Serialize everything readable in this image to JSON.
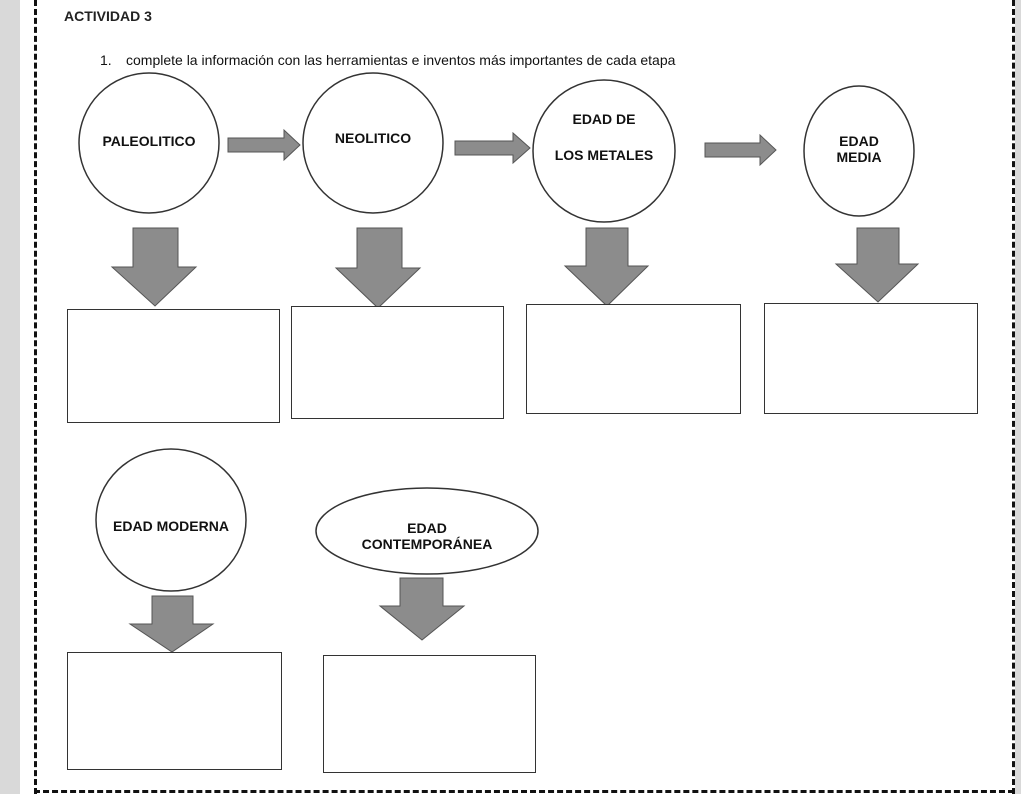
{
  "activity": {
    "title": "ACTIVIDAD 3",
    "instruction_number": "1.",
    "instruction_text": "complete la información con las herramientas e inventos más importantes de cada etapa"
  },
  "stages": [
    {
      "id": "paleolitico",
      "line1": "PALEOLITICO",
      "line2": ""
    },
    {
      "id": "neolitico",
      "line1": "NEOLITICO",
      "line2": ""
    },
    {
      "id": "metales",
      "line1": "EDAD DE",
      "line2": "LOS METALES"
    },
    {
      "id": "media",
      "line1": "EDAD",
      "line2": "MEDIA"
    },
    {
      "id": "moderna",
      "line1": "EDAD MODERNA",
      "line2": ""
    },
    {
      "id": "contemporanea",
      "line1": "EDAD",
      "line2": "CONTEMPORÁNEA"
    }
  ],
  "colors": {
    "arrow_fill": "#8c8c8c",
    "arrow_stroke": "#555555",
    "shape_stroke": "#333333"
  }
}
